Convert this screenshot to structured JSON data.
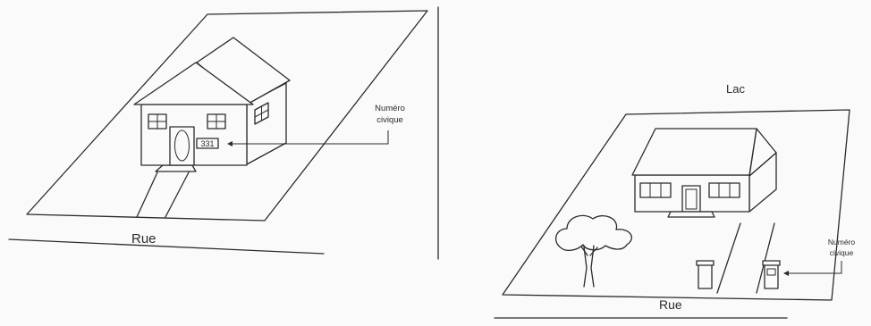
{
  "left_diagram": {
    "house_number": "331",
    "annotation_line1": "Numéro",
    "annotation_line2": "civique",
    "street_label": "Rue"
  },
  "right_diagram": {
    "lake_label": "Lac",
    "annotation_line1": "Numéro",
    "annotation_line2": "civique",
    "street_label": "Rue"
  }
}
